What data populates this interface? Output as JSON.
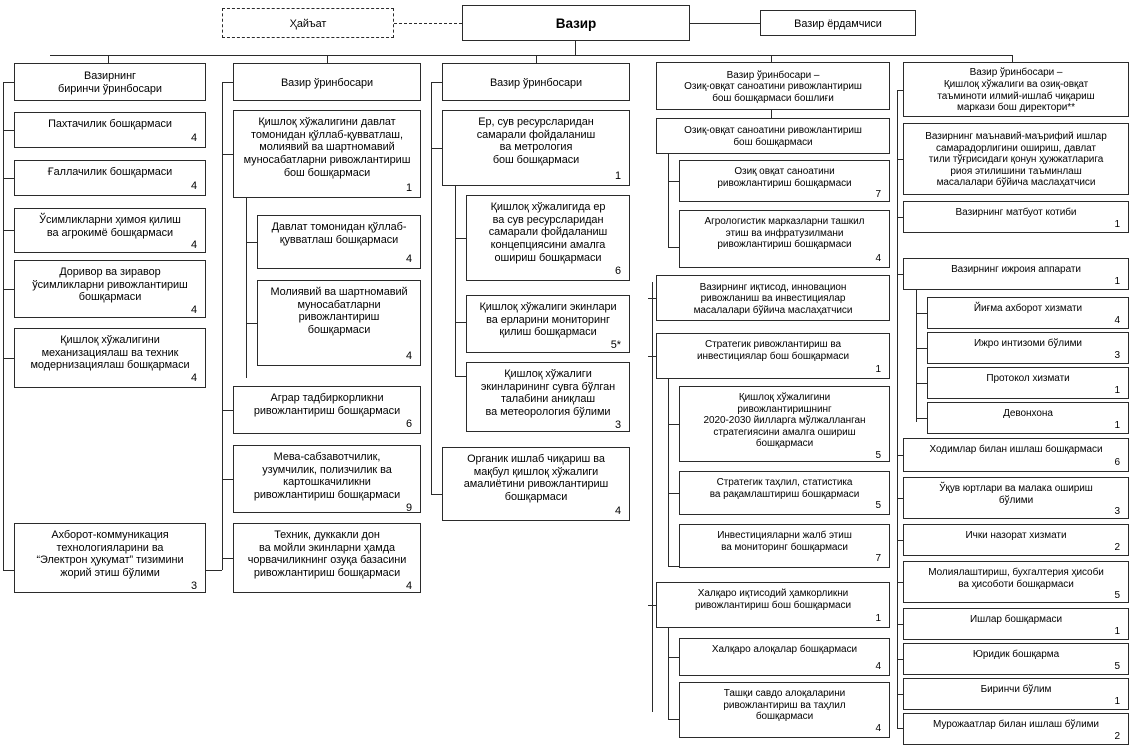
{
  "meta": {
    "title": "Қишлоқ хўжалиги вазирлиги тузилмаси",
    "line_color": "#2b2b2b",
    "background": "#ffffff"
  },
  "top": {
    "board": "Ҳайъат",
    "minister": "Вазир",
    "assistant": "Вазир ёрдамчиси"
  },
  "columns": [
    {
      "id": "col1",
      "head": "Вазирнинг\nбиринчи ўринбосари",
      "nodes": [
        {
          "label": "Пахтачилик бошқармаси",
          "count": "4"
        },
        {
          "label": "Ғаллачилик бошқармаси",
          "count": "4"
        },
        {
          "label": "Ўсимликларни ҳимоя қилиш\nва агрокимё бошқармаси",
          "count": "4"
        },
        {
          "label": "Доривор ва зиравор\nўсимликларни ривожлантириш\nбошқармаси",
          "count": "4"
        },
        {
          "label": "Қишлоқ хўжалигини\nмеханизациялаш ва техник\nмодернизациялаш бошқармаси",
          "count": "4"
        },
        {
          "label": "Ахборот-коммуникация\nтехнологияларини ва\n“Электрон ҳукумат” тизимини\nжорий этиш бўлими",
          "count": "3"
        }
      ]
    },
    {
      "id": "col2",
      "head": "Вазир ўринбосари",
      "nodes": [
        {
          "label": "Қишлоқ хўжалигини давлат\nтомонидан қўллаб-қувватлаш,\nмолиявий ва шартномавий\nмуносабатларни ривожлантириш\nбош бошқармаси",
          "count": "1"
        },
        {
          "label": "Давлат томонидан қўллаб-\nқувватлаш бошқармаси",
          "count": "4",
          "sub": true
        },
        {
          "label": "Молиявий ва шартномавий\nмуносабатларни\nривожлантириш\nбошқармаси",
          "count": "4",
          "sub": true
        },
        {
          "label": "Аграр тадбиркорликни\nривожлантириш бошқармаси",
          "count": "6"
        },
        {
          "label": "Мева-сабзавотчилик,\nузумчилик, полизчилик ва\nкартошкачиликни\nривожлантириш бошқармаси",
          "count": "9"
        },
        {
          "label": "Техник, дуккакли дон\nва мойли экинларни ҳамда\nчорвачиликнинг озуқа базасини\nривожлантириш бошқармаси",
          "count": "4"
        }
      ]
    },
    {
      "id": "col3",
      "head": "Вазир ўринбосари",
      "nodes": [
        {
          "label": "Ер, сув ресурсларидан\nсамарали фойдаланиш\nва метрология\nбош бошқармаси",
          "count": "1"
        },
        {
          "label": "Қишлоқ хўжалигида ер\nва сув ресурсларидан\nсамарали фойдаланиш\nконцепциясини амалга\nошириш бошқармаси",
          "count": "6",
          "sub": true
        },
        {
          "label": "Қишлоқ хўжалиги экинлари\nва ерларини мониторинг\nқилиш бошқармаси",
          "count": "5*",
          "sub": true
        },
        {
          "label": "Қишлоқ хўжалиги\nэкинларининг сувга бўлган\nталабини аниқлаш\nва метеорология бўлими",
          "count": "3",
          "sub": true
        },
        {
          "label": "Органик ишлаб чиқариш ва\nмақбул қишлоқ хўжалиги\nамалиётини ривожлантириш\nбошқармаси",
          "count": "4"
        }
      ]
    },
    {
      "id": "col4",
      "head": "Вазир ўринбосари –\nОзиқ-овқат саноатини ривожлантириш\nбош бошқармаси бошлиғи",
      "nodes": [
        {
          "label": "Озиқ-овқат саноатини ривожлантириш\nбош бошқармаси",
          "count": ""
        },
        {
          "label": "Озиқ овқат саноатини\nривожлантириш бошқармаси",
          "count": "7",
          "sub": true
        },
        {
          "label": "Агрологистик марказларни ташкил\nэтиш ва инфратузилмани\nривожлантириш  бошқармаси",
          "count": "4",
          "sub": true
        },
        {
          "label": "Вазирнинг иқтисод, инновацион\nривожланиш ва инвестициялар\nмасалалари бўйича маслаҳатчиси",
          "count": ""
        },
        {
          "label": "Стратегик ривожлантириш ва\nинвестициялар бош бошқармаси",
          "count": "1"
        },
        {
          "label": "Қишлоқ хўжалигини\nривожлантиришнинг\n2020-2030 йилларга мўлжалланган\nстратегиясини амалга ошириш\nбошқармаси",
          "count": "5",
          "sub": true
        },
        {
          "label": "Стратегик таҳлил, статистика\nва рақамлаштириш бошқармаси",
          "count": "5",
          "sub": true
        },
        {
          "label": "Инвестицияларни жалб этиш\nва мониторинг бошқармаси",
          "count": "7",
          "sub": true
        },
        {
          "label": "Халқаро иқтисодий ҳамкорликни\nривожлантириш бош бошқармаси",
          "count": "1"
        },
        {
          "label": "Халқаро алоқалар бошқармаси",
          "count": "4",
          "sub": true
        },
        {
          "label": "Ташқи савдо алоқаларини\nривожлантириш ва таҳлил\nбошқармаси",
          "count": "4",
          "sub": true
        }
      ]
    },
    {
      "id": "col5",
      "head": "Вазир ўринбосари –\nҚишлоқ хўжалиги ва озиқ-овқат\nтаъминоти илмий-ишлаб чиқариш\nмаркази бош директори**",
      "nodes": [
        {
          "label": "Вазирнинг маънавий-маърифий ишлар\nсамарадорлигини ошириш, давлат\nтили тўғрисидаги қонун ҳужжатларига\nриоя этилишини таъминлаш\nмасалалари бўйича маслаҳатчиси",
          "count": ""
        },
        {
          "label": "Вазирнинг матбуот котиби",
          "count": "1"
        },
        {
          "label": "Вазирнинг ижроия аппарати",
          "count": "1"
        },
        {
          "label": "Йиғма ахборот хизмати",
          "count": "4",
          "sub": true
        },
        {
          "label": "Ижро интизоми бўлими",
          "count": "3",
          "sub": true
        },
        {
          "label": "Протокол хизмати",
          "count": "1",
          "sub": true
        },
        {
          "label": "Девонхона",
          "count": "1",
          "sub": true
        },
        {
          "label": "Ходимлар билан ишлаш бошқармаси",
          "count": "6"
        },
        {
          "label": "Ўқув юртлари ва малака ошириш\nбўлими",
          "count": "3"
        },
        {
          "label": "Ички назорат хизмати",
          "count": "2"
        },
        {
          "label": "Молиялаштириш, бухгалтерия ҳисоби\nва ҳисоботи бошқармаси",
          "count": "5"
        },
        {
          "label": "Ишлар бошқармаси",
          "count": "1"
        },
        {
          "label": "Юридик бошқарма",
          "count": "5"
        },
        {
          "label": "Биринчи бўлим",
          "count": "1"
        },
        {
          "label": "Мурожаатлар билан ишлаш бўлими",
          "count": "2"
        }
      ]
    }
  ]
}
